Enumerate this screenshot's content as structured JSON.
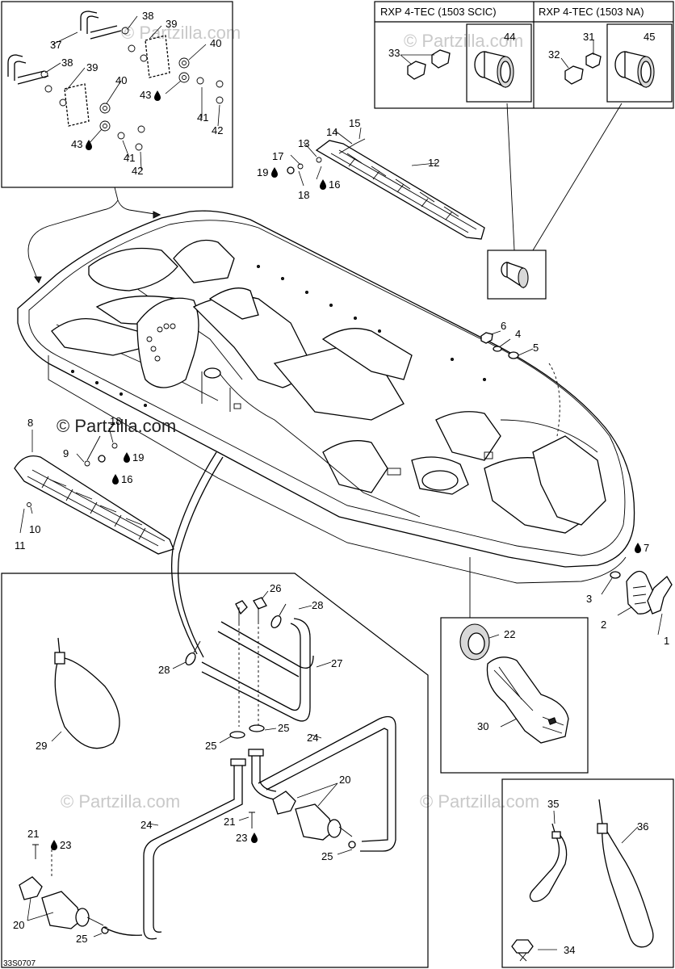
{
  "headers": {
    "scic": "RXP 4-TEC (1503 SCIC)",
    "na": "RXP 4-TEC (1503 NA)"
  },
  "watermark": {
    "main": "© Partzilla.com",
    "faint": "© Partzilla.com"
  },
  "drawing_code": "33S0707",
  "part_numbers": {
    "p1": "1",
    "p2": "2",
    "p3": "3",
    "p4": "4",
    "p5": "5",
    "p6": "6",
    "p7": "7",
    "p8": "8",
    "p9": "9",
    "p10": "10",
    "p11": "11",
    "p12": "12",
    "p13": "13",
    "p14": "14",
    "p15": "15",
    "p16": "16",
    "p17": "17",
    "p18": "18",
    "p19": "19",
    "p20": "20",
    "p21": "21",
    "p22": "22",
    "p23": "23",
    "p24": "24",
    "p25": "25",
    "p26": "26",
    "p27": "27",
    "p28": "28",
    "p29": "29",
    "p30": "30",
    "p31": "31",
    "p32": "32",
    "p33": "33",
    "p34": "34",
    "p35": "35",
    "p36": "36",
    "p37": "37",
    "p38": "38",
    "p39": "39",
    "p40": "40",
    "p41": "41",
    "p42": "42",
    "p43": "43",
    "p44": "44",
    "p45": "45"
  },
  "colors": {
    "line": "#000000",
    "background": "#ffffff",
    "watermark": "#c9c9c9"
  },
  "icons": {
    "sealant": "drop-icon"
  }
}
